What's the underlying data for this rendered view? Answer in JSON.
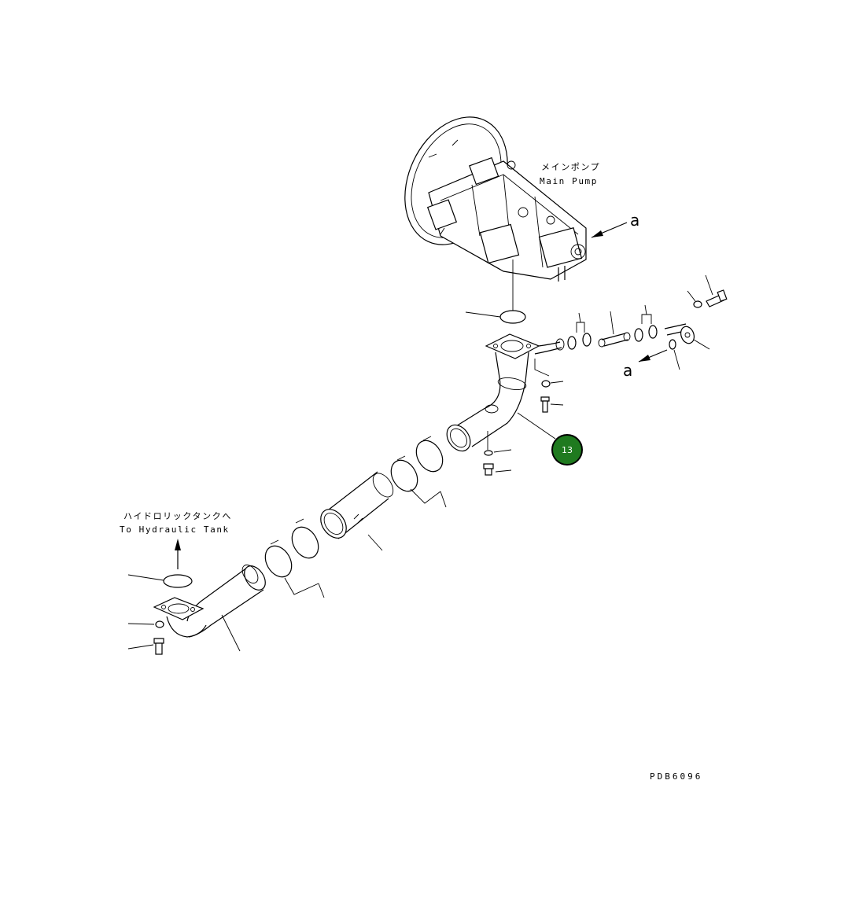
{
  "labels": {
    "main_pump_jp": "メインポンプ",
    "main_pump_en": "Main Pump",
    "tank_jp": "ハイドロリックタンクへ",
    "tank_en": "To Hydraulic Tank",
    "view_a_top": "a",
    "view_a_bottom": "a",
    "drawing_code": "PDB6096"
  },
  "callout": {
    "number": "13",
    "color": "#1f7a1f",
    "ring_color": "#000000"
  },
  "icons": [
    "arrow-up-icon",
    "view-arrow-icon"
  ]
}
